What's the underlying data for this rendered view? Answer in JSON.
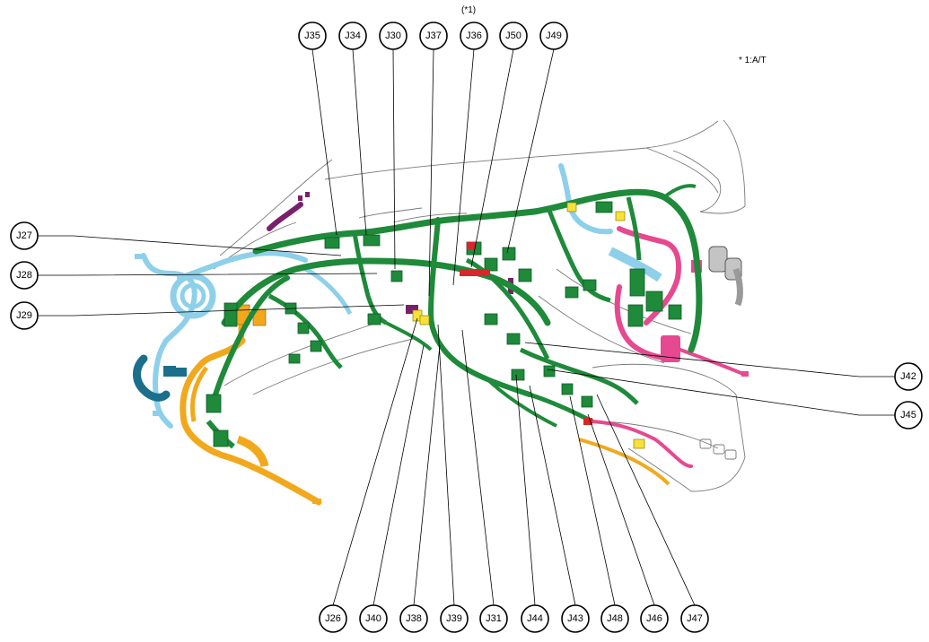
{
  "note": "* 1:A/T",
  "j36_note": "(*1)",
  "colors": {
    "green_harness": "#1e8a3a",
    "green_dark": "#0f5a25",
    "light_blue_harness": "#8ed0ea",
    "teal_harness": "#1b6f8a",
    "orange_harness": "#f2a81d",
    "pink_harness": "#e6498f",
    "purple_harness": "#7a1f6b",
    "red_connector": "#d8262a",
    "yellow_connector": "#f7e13a",
    "gray_part": "#9a9a9a",
    "body_outline": "#7a7a7a"
  },
  "top_labels": [
    "J35",
    "J34",
    "J30",
    "J37",
    "J36",
    "J50",
    "J49"
  ],
  "left_labels": [
    "J27",
    "J28",
    "J29"
  ],
  "right_labels": [
    "J42",
    "J45"
  ],
  "bottom_labels": [
    "J26",
    "J40",
    "J38",
    "J39",
    "J31",
    "J44",
    "J43",
    "J48",
    "J46",
    "J47"
  ]
}
